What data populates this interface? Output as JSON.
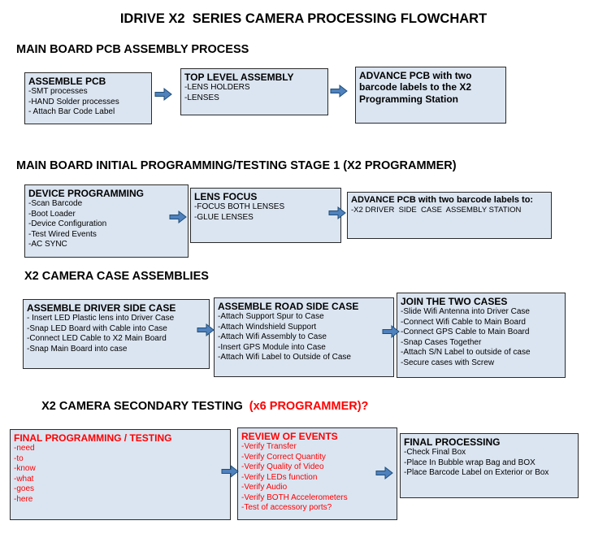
{
  "title": "IDRIVE X2  SERIES CAMERA PROCESSING FLOWCHART",
  "colors": {
    "box_fill": "#dbe5f1",
    "arrow": "#4f81bd",
    "red": "#ff0000"
  },
  "arrow_icon": "right-block-arrow",
  "sections": [
    {
      "heading": "MAIN BOARD PCB ASSEMBLY PROCESS",
      "boxes": [
        {
          "title": "ASSEMBLE PCB",
          "items": [
            "-SMT processes",
            "-HAND Solder processes",
            "- Attach Bar Code Label"
          ]
        },
        {
          "title": "TOP LEVEL ASSEMBLY",
          "items": [
            "-LENS HOLDERS",
            "-LENSES"
          ]
        },
        {
          "title": "ADVANCE PCB with two barcode labels to the X2 Programming Station",
          "items": []
        }
      ]
    },
    {
      "heading": "MAIN BOARD INITIAL PROGRAMMING/TESTING STAGE 1 (X2 PROGRAMMER)",
      "boxes": [
        {
          "title": "DEVICE PROGRAMMING",
          "items": [
            "-Scan Barcode",
            "-Boot Loader",
            "-Device Configuration",
            "-Test Wired Events",
            "-AC SYNC"
          ]
        },
        {
          "title": "LENS FOCUS",
          "items": [
            "-FOCUS BOTH LENSES",
            "-GLUE LENSES"
          ]
        },
        {
          "title": "ADVANCE PCB with two barcode labels to:",
          "items": [
            "-X2 DRIVER  SIDE  CASE  ASSEMBLY STATION"
          ]
        }
      ]
    },
    {
      "heading": "X2 CAMERA CASE ASSEMBLIES",
      "boxes": [
        {
          "title": "ASSEMBLE DRIVER SIDE CASE",
          "items": [
            "- Insert LED Plastic lens into Driver Case",
            "-Snap LED Board with Cable into Case",
            "-Connect LED Cable to X2 Main Board",
            "-Snap Main Board into case"
          ]
        },
        {
          "title": "ASSEMBLE ROAD SIDE CASE",
          "items": [
            "-Attach Support Spur to Case",
            "-Attach Windshield Support",
            "-Attach Wifi Assembly to Case",
            "-Insert GPS Module into Case",
            "-Attach Wifi Label to Outside of Case"
          ]
        },
        {
          "title": "JOIN THE TWO CASES",
          "items": [
            "-Slide Wifi Antenna into Driver Case",
            "-Connect Wifi Cable to Main Board",
            "-Connect GPS Cable to Main Board",
            "-Snap Cases Together",
            "-Attach S/N Label to outside of case",
            "-Secure cases with Screw"
          ]
        }
      ]
    },
    {
      "heading": "X2 CAMERA SECONDARY TESTING",
      "heading_suffix": "  (x6 PROGRAMMER)?",
      "boxes": [
        {
          "title": "FINAL PROGRAMMING / TESTING",
          "items": [
            "-need",
            "-to",
            "-know",
            "-what",
            "-goes",
            "-here"
          ]
        },
        {
          "title": "REVIEW OF EVENTS",
          "items": [
            "-Verify Transfer",
            "-Verify Correct Quantity",
            "-Verify Quality of Video",
            "-Verify LEDs function",
            "-Verify Audio",
            "-Verify BOTH Accelerometers",
            "-Test of accessory ports?"
          ]
        },
        {
          "title": "FINAL PROCESSING",
          "items": [
            "-Check Final Box",
            "-Place In Bubble wrap Bag and BOX",
            "-Place Barcode Label on Exterior or Box"
          ]
        }
      ]
    }
  ]
}
